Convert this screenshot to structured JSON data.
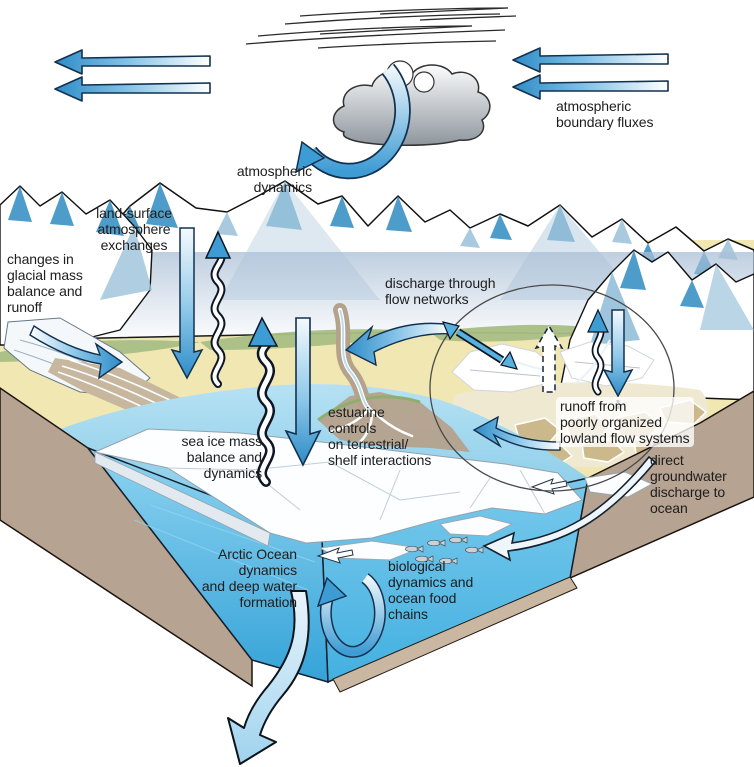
{
  "labels": {
    "atmospheric_boundary_fluxes": "atmospheric\nboundary fluxes",
    "atmospheric_dynamics": "atmospheric\ndynamics",
    "land_surface_atmosphere_exchanges": "land-surface\natmosphere\nexchanges",
    "changes_in_glacial_mass": "changes in\nglacial mass\nbalance and\nrunoff",
    "discharge_through_flow_networks": "discharge through\nflow networks",
    "sea_ice_mass": "sea ice mass\nbalance and\ndynamics",
    "estuarine_controls": "estuarine\ncontrols\non terrestrial/\nshelf interactions",
    "runoff_lowland": "runoff from\npoorly organized\nlowland flow systems",
    "direct_groundwater": "direct\ngroundwater\ndischarge to\nocean",
    "arctic_ocean_dynamics": "Arctic Ocean\ndynamics\nand deep water\nformation",
    "biological_dynamics": "biological\ndynamics and\nocean food\nchains"
  },
  "colors": {
    "arrow_blue": "#2e8cc7",
    "arrow_outline": "#13314f",
    "ocean_face": "#3aa9dd",
    "bay_water": "#8ccbe8",
    "sea_ice": "#fcfeff",
    "land_yellow": "#f1e7b2",
    "vegetation_green": "#a9bf85",
    "earth_brown": "#b6a392",
    "mountain_shadow_blue": "#4d9cc9",
    "text": "#1d1d1d"
  }
}
